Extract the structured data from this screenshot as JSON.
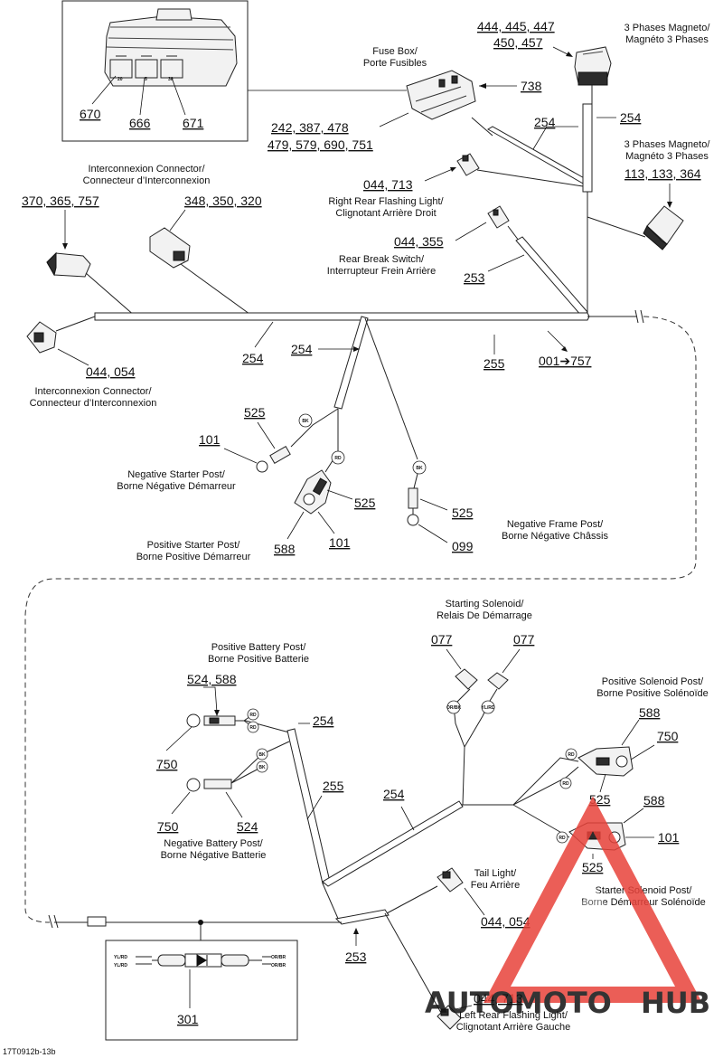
{
  "callouts": {
    "c670": "670",
    "c666": "666",
    "c671": "671",
    "c_444": "444, 445, 447",
    "c_450": "450, 457",
    "c738": "738",
    "c_242": "242, 387, 478",
    "c_479": "479, 579, 690, 751",
    "c254_fuse": "254",
    "c254_right": "254",
    "c_113": "113, 133, 364",
    "c_044_713_top": "044, 713",
    "c_370": "370, 365, 757",
    "c_348": "348, 350, 320",
    "c_044_355": "044, 355",
    "c253_top": "253",
    "c_044_054_top": "044, 054",
    "c254_main": "254",
    "c254_branch": "254",
    "c255_top": "255",
    "c001_757": "001➔757",
    "c525_a": "525",
    "c101_a": "101",
    "c525_b": "525",
    "c588_b": "588",
    "c101_b": "101",
    "c525_c": "525",
    "c099": "099",
    "c077_l": "077",
    "c077_r": "077",
    "c_524_588": "524, 588",
    "c750_a": "750",
    "c750_b": "750",
    "c524": "524",
    "c254_bat": "254",
    "c255_bot": "255",
    "c254_bot": "254",
    "c588_ps": "588",
    "c750_ps": "750",
    "c525_ps": "525",
    "c588_ss": "588",
    "c101_ss": "101",
    "c525_ss": "525",
    "c_044_054_bot": "044, 054",
    "c_044_713_bot": "044, 713",
    "c253_bot": "253",
    "c301": "301"
  },
  "labels": {
    "fuse_box_1": "Fuse Box/",
    "fuse_box_2": "Porte Fusibles",
    "magneto_a1": "3 Phases Magneto/",
    "magneto_a2": "Magnéto 3 Phases",
    "magneto_b1": "3 Phases Magneto/",
    "magneto_b2": "Magnéto 3 Phases",
    "inter_top1": "Interconnexion Connector/",
    "inter_top2": "Connecteur d’Interconnexion",
    "rr_flash1": "Right Rear Flashing Light/",
    "rr_flash2": "Clignotant Arrière Droit",
    "brake1": "Rear Break Switch/",
    "brake2": "Interrupteur Frein Arrière",
    "inter_bot1": "Interconnexion Connector/",
    "inter_bot2": "Connecteur d’Interconnexion",
    "neg_start1": "Negative Starter Post/",
    "neg_start2": "Borne Négative Démarreur",
    "pos_start1": "Positive Starter Post/",
    "pos_start2": "Borne Positive Démarreur",
    "neg_frame1": "Negative Frame Post/",
    "neg_frame2": "Borne Négative Châssis",
    "start_sol1": "Starting Solenoid/",
    "start_sol2": "Relais De Démarrage",
    "pos_bat1": "Positive Battery Post/",
    "pos_bat2": "Borne Positive Batterie",
    "neg_bat1": "Negative Battery Post/",
    "neg_bat2": "Borne Négative Batterie",
    "pos_sol1": "Positive Solenoid Post/",
    "pos_sol2": "Borne Positive Solénoïde",
    "tail1": "Tail Light/",
    "tail2": "Feu Arrière",
    "starter_sol1": "Starter Solenoid Post/",
    "starter_sol2": "Borne Démarreur Solénoïde",
    "lr_flash1": "Left Rear Flashing Light/",
    "lr_flash2": "Clignotant Arrière Gauche",
    "ref": "17T0912b-13b"
  },
  "tags": {
    "bk1": "BK",
    "rd1": "RD",
    "bk2": "BK",
    "orbk": "OR/BK",
    "ylrd": "YL/RD",
    "rd_b1": "RD",
    "rd_b2": "RD",
    "bk_b1": "BK",
    "bk_b2": "BK",
    "rd_s1": "RD",
    "rd_s2": "RD",
    "rd_s3": "RD"
  },
  "fuse_pins": {
    "p1": "20",
    "p2": "5",
    "p3": "30"
  },
  "diode": {
    "l1": "YL/RD",
    "l2": "YL/RD",
    "r1": "OR/BR",
    "r2": "OR/BR"
  },
  "watermark": {
    "text_a": "AUTOMOTO",
    "text_b": "HUB"
  },
  "colors": {
    "line": "#222222",
    "watermark_red": "#e8423a",
    "watermark_gold": "#f2b232",
    "watermark_gray": "#555555"
  }
}
